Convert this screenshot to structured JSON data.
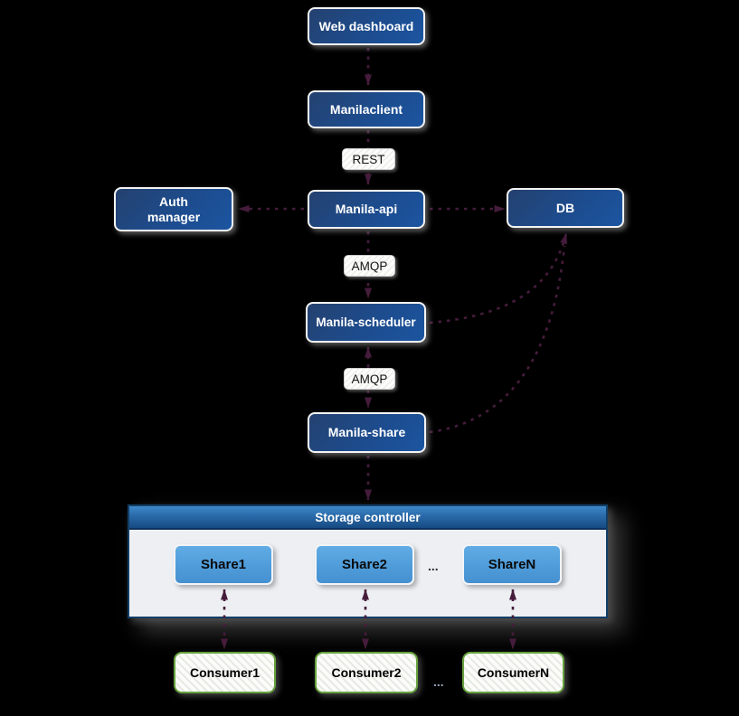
{
  "nodes": {
    "web_dashboard": "Web dashboard",
    "manilaclient": "Manilaclient",
    "auth_manager": "Auth\nmanager",
    "manila_api": "Manila-api",
    "db": "DB",
    "manila_scheduler": "Manila-scheduler",
    "manila_share": "Manila-share"
  },
  "edge_labels": {
    "rest": "REST",
    "amqp_api_scheduler": "AMQP",
    "amqp_scheduler_share": "AMQP"
  },
  "storage_controller": {
    "title": "Storage controller",
    "shares": [
      "Share1",
      "Share2",
      "ShareN"
    ],
    "ellipsis": "..."
  },
  "consumers": {
    "items": [
      "Consumer1",
      "Consumer2",
      "ConsumerN"
    ],
    "ellipsis": "..."
  },
  "edges": [
    {
      "from": "web_dashboard",
      "to": "manilaclient",
      "style": "dashed",
      "direction": "one-way"
    },
    {
      "from": "manilaclient",
      "to": "manila_api",
      "label": "REST",
      "style": "dashed",
      "direction": "one-way"
    },
    {
      "from": "manila_api",
      "to": "auth_manager",
      "style": "dashed",
      "direction": "one-way"
    },
    {
      "from": "manila_api",
      "to": "db",
      "style": "dashed",
      "direction": "one-way"
    },
    {
      "from": "manila_api",
      "to": "manila_scheduler",
      "label": "AMQP",
      "style": "dashed",
      "direction": "one-way"
    },
    {
      "from": "manila_scheduler",
      "to": "manila_share",
      "label": "AMQP",
      "style": "dashed",
      "direction": "two-way"
    },
    {
      "from": "manila_share",
      "to": "storage_controller",
      "style": "dashed",
      "direction": "one-way"
    },
    {
      "from": "manila_scheduler",
      "to": "db",
      "style": "dashed-curve",
      "direction": "one-way"
    },
    {
      "from": "manila_share",
      "to": "db",
      "style": "dashed-curve",
      "direction": "one-way"
    },
    {
      "from": "share1",
      "to": "consumer1",
      "style": "dashed",
      "direction": "two-way"
    },
    {
      "from": "share2",
      "to": "consumer2",
      "style": "dashed",
      "direction": "two-way"
    },
    {
      "from": "shareN",
      "to": "consumerN",
      "style": "dashed",
      "direction": "two-way"
    }
  ],
  "colors": {
    "background": "#000000",
    "node_gradient_start": "#24416f",
    "node_gradient_end": "#1b55a0",
    "share_fill": "#4f9cda",
    "consumer_border": "#67a23e",
    "arrow": "#451c3b",
    "storage_header_start": "#3e88c9",
    "storage_header_end": "#164a82",
    "storage_body": "#edeff3"
  }
}
